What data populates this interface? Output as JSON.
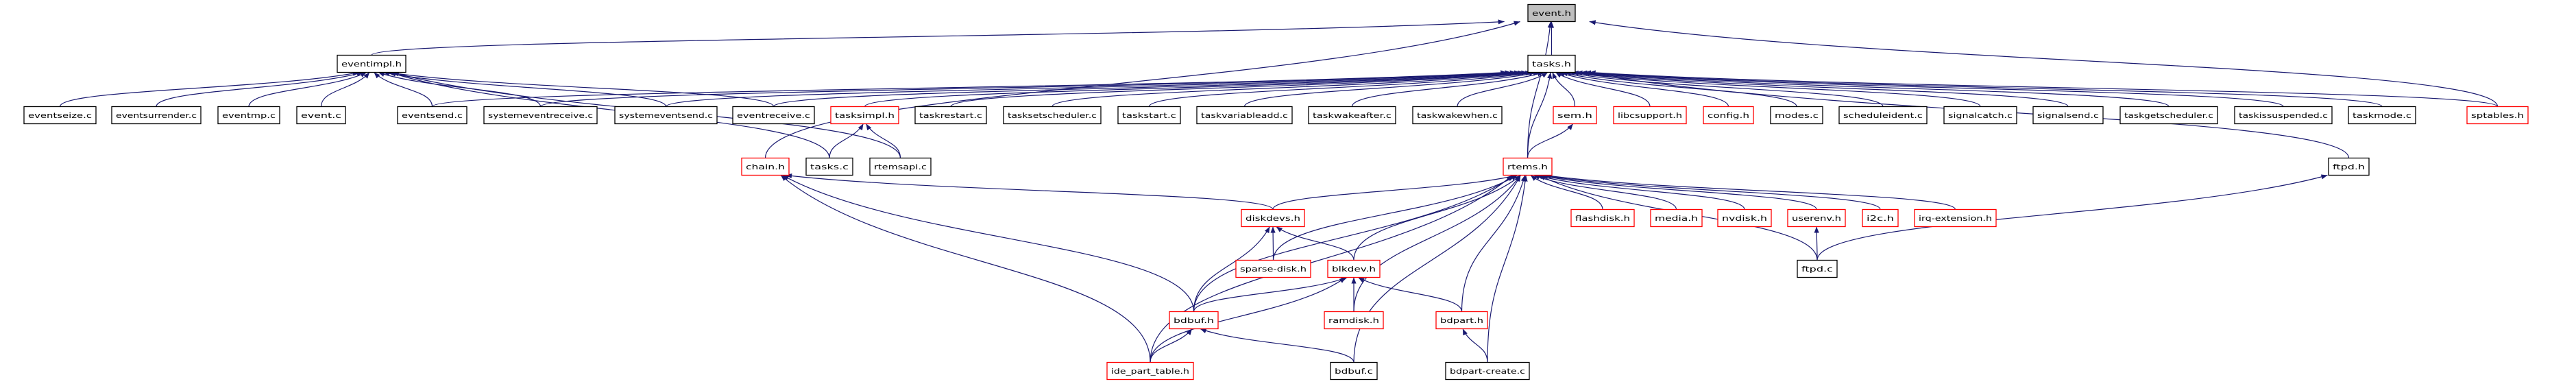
{
  "colors": {
    "edge": "#191970",
    "root_fill": "#bfbfbf",
    "node_fill": "#ffffff",
    "border_normal": "#000000",
    "border_truncated": "#ff0000"
  },
  "nodes": [
    {
      "id": "event_h",
      "label": "event.h",
      "style": "root"
    },
    {
      "id": "eventimpl_h",
      "label": "eventimpl.h",
      "style": "normal"
    },
    {
      "id": "tasks_h",
      "label": "tasks.h",
      "style": "normal"
    },
    {
      "id": "eventseize_c",
      "label": "eventseize.c",
      "style": "normal"
    },
    {
      "id": "eventsurrender_c",
      "label": "eventsurrender.c",
      "style": "normal"
    },
    {
      "id": "eventmp_c",
      "label": "eventmp.c",
      "style": "normal"
    },
    {
      "id": "event_c",
      "label": "event.c",
      "style": "normal"
    },
    {
      "id": "eventsend_c",
      "label": "eventsend.c",
      "style": "normal"
    },
    {
      "id": "systemeventreceive_c",
      "label": "systemeventreceive.c",
      "style": "normal"
    },
    {
      "id": "systemeventsend_c",
      "label": "systemeventsend.c",
      "style": "normal"
    },
    {
      "id": "eventreceive_c",
      "label": "eventreceive.c",
      "style": "normal"
    },
    {
      "id": "tasksimpl_h",
      "label": "tasksimpl.h",
      "style": "truncated"
    },
    {
      "id": "taskrestart_c",
      "label": "taskrestart.c",
      "style": "normal"
    },
    {
      "id": "tasksetscheduler_c",
      "label": "tasksetscheduler.c",
      "style": "normal"
    },
    {
      "id": "taskstart_c",
      "label": "taskstart.c",
      "style": "normal"
    },
    {
      "id": "taskvariableadd_c",
      "label": "taskvariableadd.c",
      "style": "normal"
    },
    {
      "id": "taskwakeafter_c",
      "label": "taskwakeafter.c",
      "style": "normal"
    },
    {
      "id": "taskwakewhen_c",
      "label": "taskwakewhen.c",
      "style": "normal"
    },
    {
      "id": "sem_h",
      "label": "sem.h",
      "style": "truncated"
    },
    {
      "id": "libcsupport_h",
      "label": "libcsupport.h",
      "style": "truncated"
    },
    {
      "id": "config_h",
      "label": "config.h",
      "style": "truncated"
    },
    {
      "id": "modes_c",
      "label": "modes.c",
      "style": "normal"
    },
    {
      "id": "scheduleident_c",
      "label": "scheduleident.c",
      "style": "normal"
    },
    {
      "id": "signalcatch_c",
      "label": "signalcatch.c",
      "style": "normal"
    },
    {
      "id": "signalsend_c",
      "label": "signalsend.c",
      "style": "normal"
    },
    {
      "id": "taskgetscheduler_c",
      "label": "taskgetscheduler.c",
      "style": "normal"
    },
    {
      "id": "taskissuspended_c",
      "label": "taskissuspended.c",
      "style": "normal"
    },
    {
      "id": "taskmode_c",
      "label": "taskmode.c",
      "style": "normal"
    },
    {
      "id": "sptables_h",
      "label": "sptables.h",
      "style": "truncated"
    },
    {
      "id": "chain_h",
      "label": "chain.h",
      "style": "truncated"
    },
    {
      "id": "tasks_c",
      "label": "tasks.c",
      "style": "normal"
    },
    {
      "id": "rtemsapi_c",
      "label": "rtemsapi.c",
      "style": "normal"
    },
    {
      "id": "rtems_h",
      "label": "rtems.h",
      "style": "truncated"
    },
    {
      "id": "ftpd_h",
      "label": "ftpd.h",
      "style": "normal"
    },
    {
      "id": "diskdevs_h",
      "label": "diskdevs.h",
      "style": "truncated"
    },
    {
      "id": "flashdisk_h",
      "label": "flashdisk.h",
      "style": "truncated"
    },
    {
      "id": "media_h",
      "label": "media.h",
      "style": "truncated"
    },
    {
      "id": "nvdisk_h",
      "label": "nvdisk.h",
      "style": "truncated"
    },
    {
      "id": "userenv_h",
      "label": "userenv.h",
      "style": "truncated"
    },
    {
      "id": "i2c_h",
      "label": "i2c.h",
      "style": "truncated"
    },
    {
      "id": "irq_extension_h",
      "label": "irq-extension.h",
      "style": "truncated"
    },
    {
      "id": "sparse_disk_h",
      "label": "sparse-disk.h",
      "style": "truncated"
    },
    {
      "id": "blkdev_h",
      "label": "blkdev.h",
      "style": "truncated"
    },
    {
      "id": "ftpd_c",
      "label": "ftpd.c",
      "style": "normal"
    },
    {
      "id": "bdbuf_h",
      "label": "bdbuf.h",
      "style": "truncated"
    },
    {
      "id": "ramdisk_h",
      "label": "ramdisk.h",
      "style": "truncated"
    },
    {
      "id": "bdpart_h",
      "label": "bdpart.h",
      "style": "truncated"
    },
    {
      "id": "ide_part_table_h",
      "label": "ide_part_table.h",
      "style": "truncated"
    },
    {
      "id": "bdbuf_c",
      "label": "bdbuf.c",
      "style": "normal"
    },
    {
      "id": "bdpart_create_c",
      "label": "bdpart-create.c",
      "style": "normal"
    }
  ],
  "edges": [
    [
      "eventimpl_h",
      "event_h"
    ],
    [
      "tasks_h",
      "event_h"
    ],
    [
      "sptables_h",
      "event_h"
    ],
    [
      "rtems_h",
      "event_h"
    ],
    [
      "chain_h",
      "event_h"
    ],
    [
      "eventseize_c",
      "eventimpl_h"
    ],
    [
      "eventsurrender_c",
      "eventimpl_h"
    ],
    [
      "eventmp_c",
      "eventimpl_h"
    ],
    [
      "event_c",
      "eventimpl_h"
    ],
    [
      "eventsend_c",
      "eventimpl_h"
    ],
    [
      "systemeventreceive_c",
      "eventimpl_h"
    ],
    [
      "systemeventsend_c",
      "eventimpl_h"
    ],
    [
      "eventreceive_c",
      "eventimpl_h"
    ],
    [
      "tasks_c",
      "eventimpl_h"
    ],
    [
      "rtemsapi_c",
      "eventimpl_h"
    ],
    [
      "eventsend_c",
      "tasks_h"
    ],
    [
      "systemeventreceive_c",
      "tasks_h"
    ],
    [
      "systemeventsend_c",
      "tasks_h"
    ],
    [
      "eventreceive_c",
      "tasks_h"
    ],
    [
      "tasksimpl_h",
      "tasks_h"
    ],
    [
      "taskrestart_c",
      "tasks_h"
    ],
    [
      "tasksetscheduler_c",
      "tasks_h"
    ],
    [
      "taskstart_c",
      "tasks_h"
    ],
    [
      "taskvariableadd_c",
      "tasks_h"
    ],
    [
      "taskwakeafter_c",
      "tasks_h"
    ],
    [
      "taskwakewhen_c",
      "tasks_h"
    ],
    [
      "rtems_h",
      "tasks_h"
    ],
    [
      "sem_h",
      "tasks_h"
    ],
    [
      "libcsupport_h",
      "tasks_h"
    ],
    [
      "config_h",
      "tasks_h"
    ],
    [
      "modes_c",
      "tasks_h"
    ],
    [
      "scheduleident_c",
      "tasks_h"
    ],
    [
      "signalcatch_c",
      "tasks_h"
    ],
    [
      "signalsend_c",
      "tasks_h"
    ],
    [
      "taskgetscheduler_c",
      "tasks_h"
    ],
    [
      "taskissuspended_c",
      "tasks_h"
    ],
    [
      "taskmode_c",
      "tasks_h"
    ],
    [
      "sptables_h",
      "tasks_h"
    ],
    [
      "ftpd_h",
      "tasks_h"
    ],
    [
      "tasks_c",
      "tasksimpl_h"
    ],
    [
      "rtemsapi_c",
      "tasksimpl_h"
    ],
    [
      "rtems_h",
      "sem_h"
    ],
    [
      "diskdevs_h",
      "chain_h"
    ],
    [
      "bdbuf_h",
      "chain_h"
    ],
    [
      "ide_part_table_h",
      "chain_h"
    ],
    [
      "diskdevs_h",
      "rtems_h"
    ],
    [
      "sparse_disk_h",
      "rtems_h"
    ],
    [
      "blkdev_h",
      "rtems_h"
    ],
    [
      "bdbuf_h",
      "rtems_h"
    ],
    [
      "ide_part_table_h",
      "rtems_h"
    ],
    [
      "ramdisk_h",
      "rtems_h"
    ],
    [
      "bdpart_h",
      "rtems_h"
    ],
    [
      "bdbuf_c",
      "rtems_h"
    ],
    [
      "bdpart_create_c",
      "rtems_h"
    ],
    [
      "ftpd_c",
      "rtems_h"
    ],
    [
      "flashdisk_h",
      "rtems_h"
    ],
    [
      "media_h",
      "rtems_h"
    ],
    [
      "nvdisk_h",
      "rtems_h"
    ],
    [
      "userenv_h",
      "rtems_h"
    ],
    [
      "i2c_h",
      "rtems_h"
    ],
    [
      "irq_extension_h",
      "rtems_h"
    ],
    [
      "ftpd_c",
      "ftpd_h"
    ],
    [
      "ftpd_c",
      "userenv_h"
    ],
    [
      "sparse_disk_h",
      "diskdevs_h"
    ],
    [
      "blkdev_h",
      "diskdevs_h"
    ],
    [
      "bdbuf_h",
      "diskdevs_h"
    ],
    [
      "bdbuf_h",
      "blkdev_h"
    ],
    [
      "ide_part_table_h",
      "blkdev_h"
    ],
    [
      "ramdisk_h",
      "blkdev_h"
    ],
    [
      "bdpart_h",
      "blkdev_h"
    ],
    [
      "ide_part_table_h",
      "bdbuf_h"
    ],
    [
      "bdbuf_c",
      "bdbuf_h"
    ],
    [
      "bdpart_create_c",
      "bdpart_h"
    ]
  ]
}
